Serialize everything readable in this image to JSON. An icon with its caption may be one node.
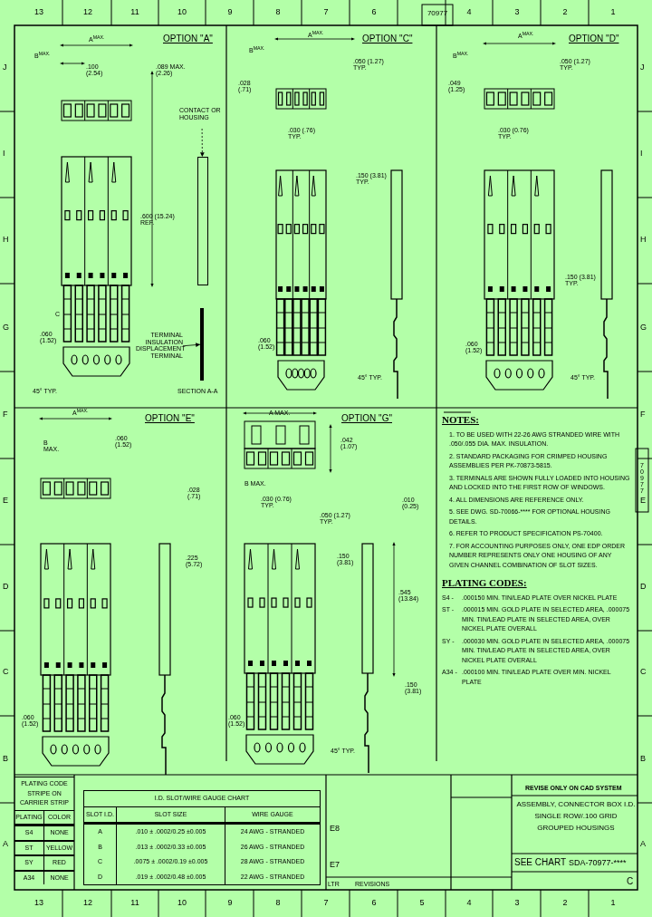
{
  "diagram": {
    "nodes": [
      {
        "text": [
          "CONTACT OR HOUSING"
        ]
      },
      {
        "text": [],
        "shape": "box"
      },
      {
        "text": [
          "TERMINAL INSULATION DISPLACEMENT TERMINAL"
        ]
      },
      {
        "text": [],
        "shape": "bar"
      }
    ],
    "edges": [
      {
        "from": 0,
        "to": 1,
        "arrow": "to",
        "style": "dashed"
      },
      {
        "from": 2,
        "to": 3,
        "arrow": "to"
      }
    ],
    "labels": [
      "13",
      "12",
      "11",
      "10",
      "9",
      "8",
      "7",
      "6",
      "4",
      "3",
      "2",
      "1",
      "J",
      "I",
      "H",
      "G",
      "F",
      "E",
      "D",
      "C",
      "B",
      "A",
      "J",
      "I",
      "H",
      "G",
      "F",
      "E",
      "D",
      "C",
      "B",
      "A",
      "13",
      "12",
      "11",
      "10",
      "9",
      "8",
      "7",
      "6",
      "5",
      "4",
      "3",
      "2",
      "1",
      "70977",
      "A$^{MAX.}$",
      "OPTION \"A\"",
      "B$^{MAX.}$",
      ".100 (2.54)",
      ".089 MAX. (2.26)",
      ".600 (15.24) REF.",
      "C",
      ".060 (1.52)",
      "45° TYP.",
      "SECTION A-A",
      "A$^{MAX.}$",
      "OPTION \"C\"",
      "B$^{MAX.}$",
      ".028 (.71)",
      ".030 (.76) TYP.",
      ".050 (1.27) TYP.",
      ".150 (3.81) TYP.",
      ".060 (1.52)",
      "45° TYP.",
      "A$^{MAX.}$",
      "OPTION \"D\"",
      "B$^{MAX.}$",
      ".050 (1.27) TYP.",
      ".049 (1.25)",
      ".030 (0.76) TYP.",
      ".150 (3.81) TYP.",
      ".060 (1.52)",
      "45° TYP.",
      "A$^{MAX.}$",
      "OPTION \"E\"",
      "B MAX.",
      ".060 (1.52)",
      ".028 (.71)",
      ".225 (5.72)",
      ".060 (1.52)",
      "A MAX.",
      "OPTION \"G\"",
      ".042 (1.07)",
      "B MAX.",
      ".030 (0.76) TYP.",
      ".050 (1.27) TYP.",
      ".010 (0.25)",
      ".150 (3.81)",
      ".545 (13.84)",
      ".150 (3.81)",
      ".060 (1.52)",
      "45° TYP.",
      "70977",
      "NOTES:",
      "1. TO BE USED WITH 22-26 AWG STRANDED WIRE WITH .050/.055 DIA. MAX. INSULATION.",
      "2. STANDARD PACKAGING FOR CRIMPED HOUSING ASSEMBLIES PER PK-70873-5815.",
      "3. TERMINALS ARE SHOWN FULLY LOADED INTO HOUSING AND LOCKED INTO THE FIRST ROW OF WINDOWS.",
      "4. ALL DIMENSIONS ARE REFERENCE ONLY.",
      "5. SEE DWG. SD-70066-**** FOR OPTIONAL HOUSING DETAILS.",
      "6. REFER TO PRODUCT SPECIFICATION PS-70400.",
      "7. FOR ACCOUNTING PURPOSES ONLY, ONE EDP ORDER NUMBER REPRESENTS ONLY ONE HOUSING OF ANY GIVEN CHANNEL COMBINATION OF SLOT SIZES.",
      "PLATING CODES:",
      "S4 -",
      ".000150 MIN. TIN/LEAD PLATE OVER NICKEL PLATE",
      "ST -",
      ".000015 MIN. GOLD PLATE IN SELECTED AREA, .000075 MIN. TIN/LEAD PLATE IN SELECTED AREA, OVER NICKEL PLATE OVERALL",
      "SY -",
      ".000030 MIN. GOLD PLATE IN SELECTED AREA, .000075 MIN. TIN/LEAD PLATE IN SELECTED AREA, OVER NICKEL PLATE OVERALL",
      "A34 -",
      ".000100 MIN. TIN/LEAD PLATE OVER MIN. NICKEL PLATE",
      "PLATING CODE STRIPE ON CARRIER STRIP",
      "PLATING",
      "COLOR",
      "S4",
      "NONE",
      "ST",
      "YELLOW",
      "SY",
      "RED",
      "A34",
      "NONE",
      "I.D. SLOT/WIRE GAUGE CHART",
      "SLOT I.D.",
      "SLOT SIZE",
      "WIRE GAUGE",
      "A",
      ".010 ± .0002/0.25 ±0.005",
      "24 AWG - STRANDED",
      "B",
      ".013 ± .0002/0.33 ±0.005",
      "26 AWG - STRANDED",
      "C",
      ".0075 ± .0002/0.19 ±0.005",
      "28 AWG - STRANDED",
      "D",
      ".019 ± .0002/0.48 ±0.005",
      "22 AWG - STRANDED",
      "LTR",
      "REVISIONS",
      "E8",
      "E7",
      "REVISE ONLY ON CAD SYSTEM",
      "ASSEMBLY, CONNECTOR BOX I.D.",
      "SINGLE ROW/.100 GRID",
      "GROUPED HOUSINGS",
      "SEE CHART",
      "SDA-70977-****",
      "C"
    ]
  }
}
